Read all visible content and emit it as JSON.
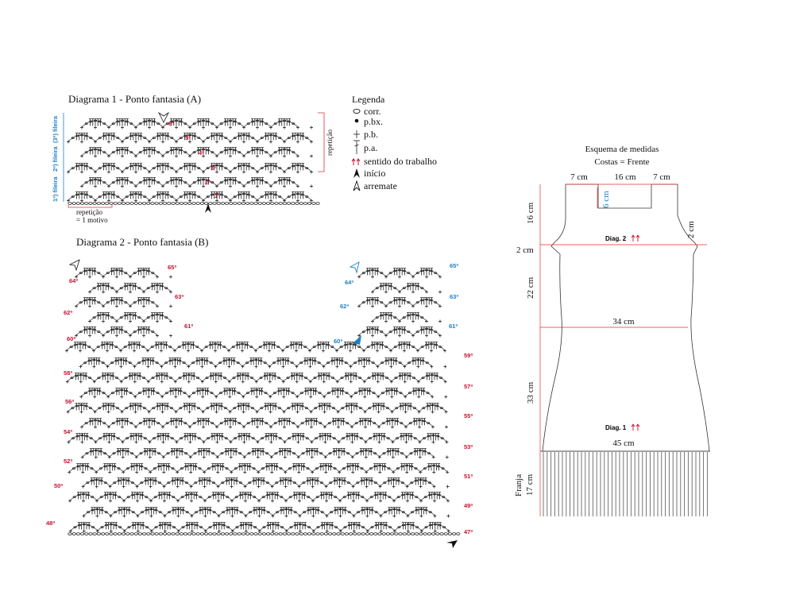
{
  "diagram1": {
    "title": "Diagrama 1 -  Ponto fantasia (A)",
    "rows_red": [
      "1ª",
      "2ª",
      "3ª",
      "4ª",
      "5ª",
      "6ª"
    ],
    "side_blue": [
      "1ª) fileira",
      "2ª) fileira",
      "(3ª) fileira"
    ],
    "repeat_side": "repetição",
    "repeat_bottom_1": "repetição",
    "repeat_bottom_2": "= 1 motivo"
  },
  "legend": {
    "title": "Legenda",
    "items": [
      "corr.",
      "p.bx.",
      "p.b.",
      "p.a.",
      "sentido do trabalho",
      "início",
      "arremate"
    ]
  },
  "diagram2": {
    "title": "Diagrama 2 -  Ponto fantasia (B)",
    "right_rows": [
      "47ª",
      "49ª",
      "51ª",
      "53ª",
      "55ª",
      "57ª",
      "59ª"
    ],
    "left_rows": [
      "48ª",
      "50ª",
      "52ª",
      "54ª",
      "56ª",
      "58ª",
      "60ª"
    ],
    "left_block_left": [
      "62ª",
      "64ª"
    ],
    "left_block_right": [
      "61ª",
      "63ª",
      "65ª"
    ],
    "right_block_left": [
      "60ª",
      "62ª",
      "64ª"
    ],
    "right_block_right": [
      "61ª",
      "63ª",
      "65ª"
    ]
  },
  "schema": {
    "title": "Esquema de medidas",
    "subtitle": "Costas = Frente",
    "top_left": "7 cm",
    "top_mid": "16 cm",
    "top_right": "7 cm",
    "neck_depth": "6 cm",
    "shoulder_height": "16 cm",
    "armhole": "2 cm",
    "side_small": "2 cm",
    "waist_height": "22 cm",
    "waist_width": "34 cm",
    "skirt_height": "33 cm",
    "hem_width": "45 cm",
    "diag2": "Diag. 2",
    "diag1": "Diag. 1",
    "fringe_label": "Franja",
    "fringe_len": "17 cm"
  },
  "colors": {
    "red": "#c8102e",
    "blue": "#1f7fc4",
    "redline": "#dd3333"
  }
}
